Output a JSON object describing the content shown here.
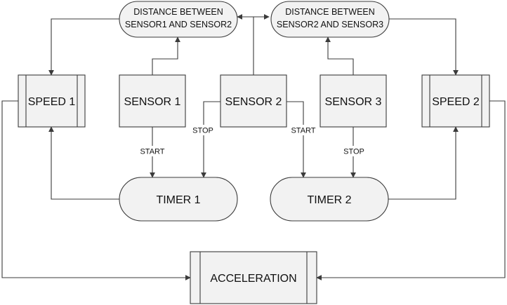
{
  "diagram": {
    "nodes": {
      "distance12": {
        "line1": "DISTANCE BETWEEN",
        "line2": "SENSOR1 AND SENSOR2"
      },
      "distance23": {
        "line1": "DISTANCE BETWEEN",
        "line2": "SENSOR2 AND SENSOR3"
      },
      "speed1": {
        "label": "SPEED 1"
      },
      "sensor1": {
        "label": "SENSOR 1"
      },
      "sensor2": {
        "label": "SENSOR 2"
      },
      "sensor3": {
        "label": "SENSOR 3"
      },
      "speed2": {
        "label": "SPEED 2"
      },
      "timer1": {
        "label": "TIMER 1"
      },
      "timer2": {
        "label": "TIMER 2"
      },
      "acceleration": {
        "label": "ACCELERATION"
      }
    },
    "edge_labels": {
      "sensor1_start": "START",
      "sensor2_stop": "STOP",
      "sensor2_start": "START",
      "sensor3_stop": "STOP"
    },
    "colors": {
      "fill": "#f2f2f2",
      "stroke": "#3b3b3b",
      "text": "#111111"
    }
  }
}
